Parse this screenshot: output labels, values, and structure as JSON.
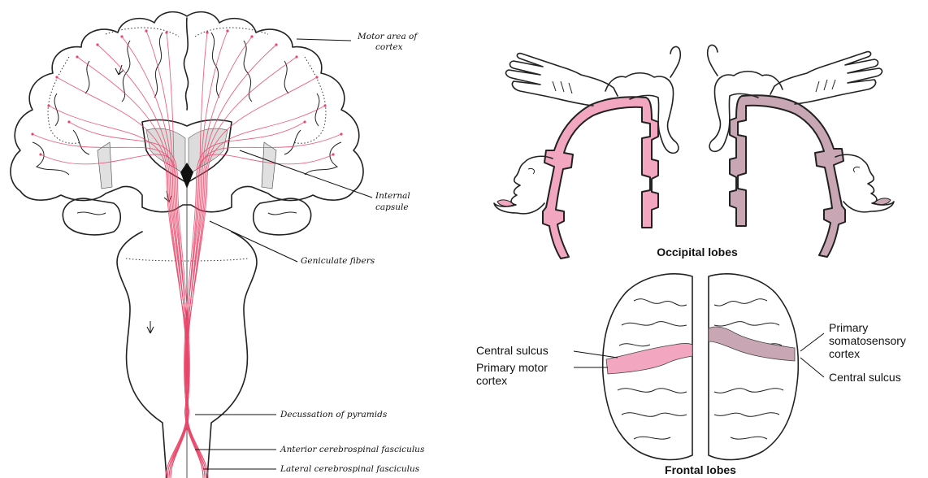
{
  "left_figure": {
    "labels": {
      "motor_area": [
        "Motor area of",
        "cortex"
      ],
      "internal_capsule": [
        "Internal",
        "capsule"
      ],
      "geniculate": "Geniculate fibers",
      "decussation": "Decussation of pyramids",
      "anterior": "Anterior cerebrospinal fasciculus",
      "lateral": "Lateral cerebrospinal fasciculus"
    }
  },
  "right_figure": {
    "top_caption": "Occipital lobes",
    "bottom_caption": "Frontal lobes",
    "left_labels": {
      "central_sulcus": "Central sulcus",
      "primary_motor": [
        "Primary motor",
        "cortex"
      ]
    },
    "right_labels": {
      "primary_somato": [
        "Primary",
        "somatosensory",
        "cortex"
      ],
      "central_sulcus": "Central sulcus"
    }
  },
  "colors": {
    "tract_pink": "#e8476a",
    "motor_pink": "#f2a6bf",
    "somato_mauve": "#c9a6b3"
  }
}
